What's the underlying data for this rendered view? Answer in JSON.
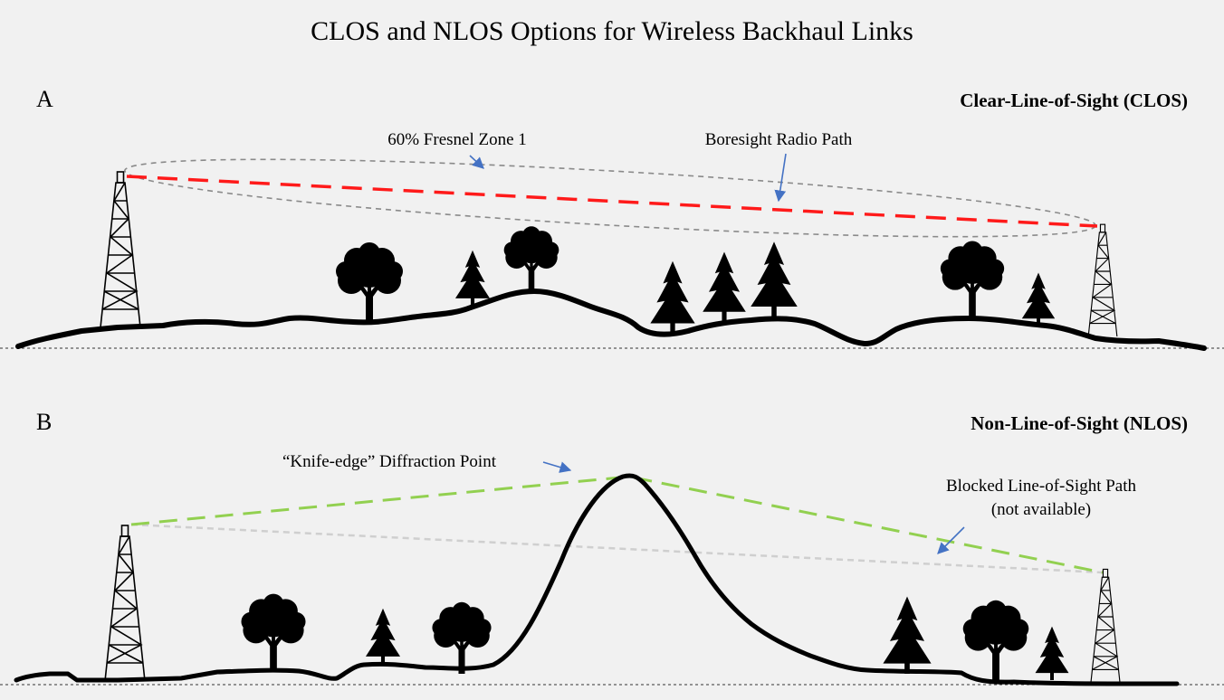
{
  "title": "CLOS and NLOS Options for Wireless Backhaul Links",
  "panel_a": {
    "letter": "A",
    "heading": "Clear-Line-of-Sight (CLOS)",
    "fresnel_label": "60% Fresnel Zone 1",
    "boresight_label": "Boresight Radio Path"
  },
  "panel_b": {
    "letter": "B",
    "heading": "Non-Line-of-Sight (NLOS)",
    "knife_edge_label": "“Knife-edge” Diffraction Point",
    "blocked_label_line1": "Blocked Line-of-Sight Path",
    "blocked_label_line2": "(not available)"
  },
  "colors": {
    "background": "#f1f1f1",
    "boresight_path": "#ff1a1a",
    "diffraction_path": "#92d050",
    "fresnel_zone": "#8a8a8a",
    "blocked_path": "#cfcfcf",
    "arrow": "#4472c4",
    "terrain": "#000000"
  },
  "icons": {
    "tower": "lattice-tower-icon",
    "deciduous_tree": "deciduous-tree-icon",
    "pine_tree": "pine-tree-icon"
  }
}
